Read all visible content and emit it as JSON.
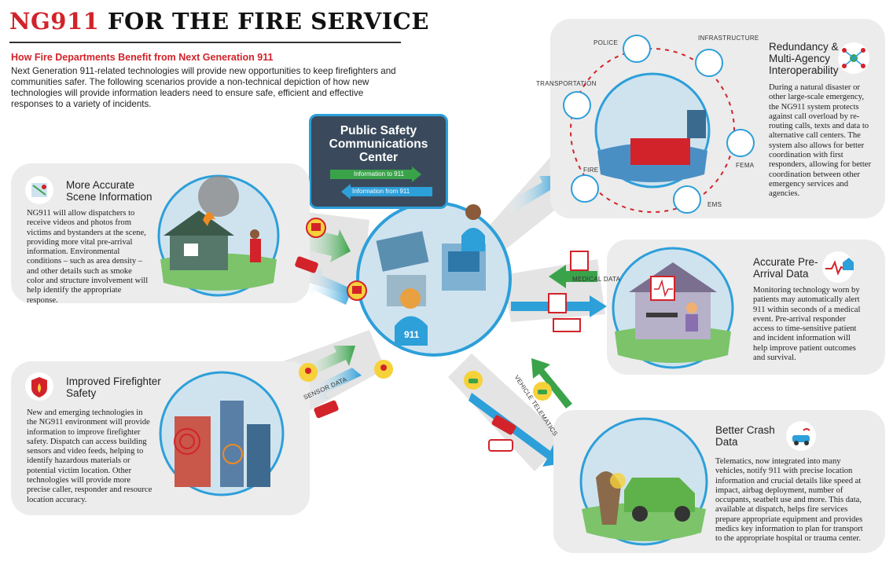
{
  "header": {
    "title_red": "NG911",
    "title_black": "FOR THE FIRE SERVICE",
    "subtitle": "How Fire Departments Benefit from Next Generation 911",
    "intro": "Next Generation 911-related technologies will provide new opportunities to keep firefighters and communities safer. The following scenarios provide a non-technical depiction of how new technologies will provide information leaders need to ensure safe, efficient and effective responses to a variety of incidents."
  },
  "center": {
    "title_line1": "Public Safety",
    "title_line2": "Communications",
    "title_line3": "Center",
    "flow_to": "Information to 911",
    "flow_from": "Information from 911",
    "badge": "911"
  },
  "panels": {
    "scene": {
      "title_line1": "More Accurate",
      "title_line2": "Scene Information",
      "text": "NG911 will allow dispatchers to receive videos and photos from victims and bystanders at the scene, providing more vital pre-arrival information. Environmental conditions – such as area density – and other details such as smoke color and structure involvement will help identify the appropriate response."
    },
    "safety": {
      "title_line1": "Improved Firefighter",
      "title_line2": "Safety",
      "text": "New and emerging technologies in the NG911 environment will provide information to improve firefighter safety. Dispatch can access building sensors and video feeds, helping to identify hazardous materials or potential victim location. Other technologies will provide more precise caller, responder and resource location accuracy."
    },
    "redundancy": {
      "title_line1": "Redundancy &",
      "title_line2": "Multi-Agency",
      "title_line3": "Interoperability",
      "text": "During a natural disaster or other large-scale emergency, the NG911 system protects against call overload by re-routing calls, texts and data to alternative call centers. The system also allows for better coordination with first responders, allowing for better coordination between other emergency services and agencies."
    },
    "prearrival": {
      "title_line1": "Accurate Pre-",
      "title_line2": "Arrival Data",
      "text": "Monitoring technology worn by patients may automatically alert 911 within seconds of a medical event.  Pre-arrival responder access to time-sensitive patient and incident information will help improve patient outcomes and survival."
    },
    "crash": {
      "title_line1": "Better Crash",
      "title_line2": "Data",
      "text": "Telematics, now integrated into many vehicles, notify 911 with precise location information and crucial details like speed at impact, airbag deployment, number of occupants, seatbelt use and more. This data, available at dispatch, helps fire services prepare appropriate equipment and provides medics key information to plan for transport to the appropriate hospital or trauma center."
    }
  },
  "labels": {
    "police": "POLICE",
    "infrastructure": "INFRASTRUCTURE",
    "transportation": "TRANSPORTATION",
    "fire": "FIRE",
    "fema": "FEMA",
    "ems": "EMS",
    "medical_data": "MEDICAL DATA",
    "sensor_data": "SENSOR DATA",
    "vehicle_telematics": "VEHICLE TELEMATICS"
  },
  "colors": {
    "red": "#d2232a",
    "blue": "#2d9fd9",
    "green": "#3aa34a",
    "panel": "#ececec",
    "dark": "#3a4a5c"
  }
}
